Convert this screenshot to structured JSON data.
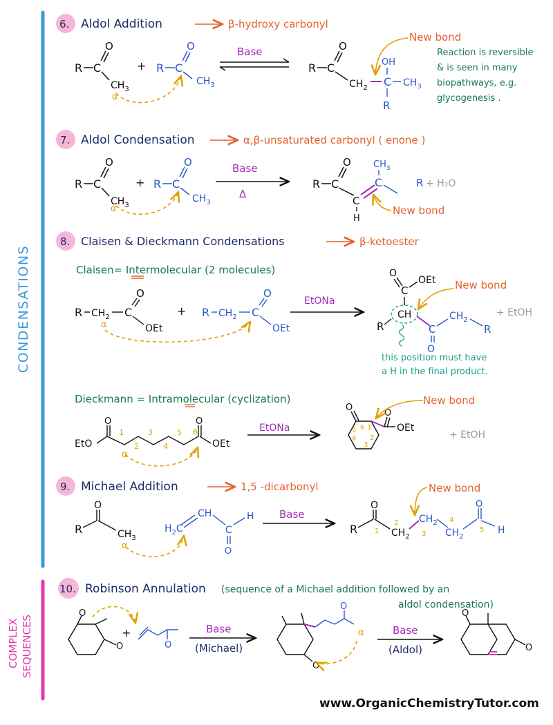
{
  "side_labels": {
    "condensations": "CONDENSATIONS",
    "complex_line1": "COMPLEX",
    "complex_line2": "SEQUENCES"
  },
  "colors": {
    "condensations_bar": "#3a9ad9",
    "complex_bar": "#e23aa6",
    "heading_badge": "#f6b6d6",
    "arrow_orange": "#e4622e",
    "alpha_dashed": "#e1a000",
    "new_bond": "#a32bb8"
  },
  "s6": {
    "number": "6.",
    "title": "Aldol Addition",
    "product": "β-hydroxy carbonyl",
    "reagent": "Base",
    "new_bond": "New bond",
    "note_lines": [
      "Reaction is reversible",
      "& is seen in many",
      "biopathways, e.g.",
      "glycogenesis ."
    ]
  },
  "s7": {
    "number": "7.",
    "title": "Aldol Condensation",
    "product": "α,β-unsaturated carbonyl ( enone )",
    "reagent": "Base",
    "condition": "Δ",
    "byproduct": "+ H₂O",
    "new_bond": "New bond"
  },
  "s8": {
    "number": "8.",
    "title": "Claisen & Dieckmann  Condensations",
    "product": "β-ketoester",
    "claisen_label": "Claisen= Intermolecular  (2 molecules)",
    "reagent": "EtONa",
    "byproduct": "+ EtOH",
    "new_bond": "New bond",
    "note_lines": [
      "this position must have",
      "a H in the final product."
    ],
    "dieckmann_label": "Dieckmann  = Intramolecular  (cyclization)",
    "dieckmann_reagent": "EtONa",
    "dieckmann_byproduct": "+ EtOH",
    "dieckmann_new_bond": "New bond"
  },
  "s9": {
    "number": "9.",
    "title": "Michael Addition",
    "product": "1,5 -dicarbonyl",
    "reagent": "Base",
    "new_bond": "New bond"
  },
  "s10": {
    "number": "10.",
    "title": "Robinson Annulation",
    "note_line1": "(sequence of a Michael addition followed by an",
    "note_line2": "aldol condensation)",
    "reagent1": "Base",
    "condition1": "(Michael)",
    "reagent2": "Base",
    "condition2": "(Aldol)"
  },
  "website": "www.OrganicChemistryTutor.com"
}
